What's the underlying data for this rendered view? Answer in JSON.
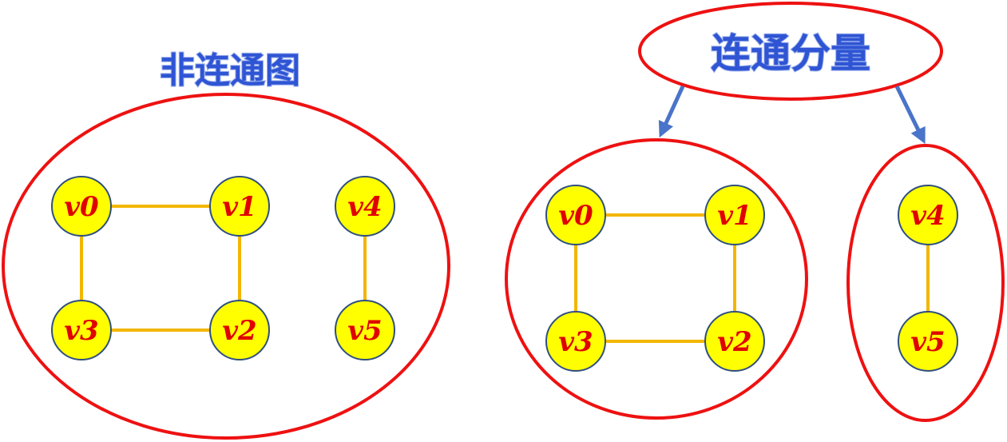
{
  "titles": {
    "left": "非连通图",
    "right": "连通分量"
  },
  "left_graph": {
    "nodes": [
      {
        "id": "v0",
        "label": "v0"
      },
      {
        "id": "v1",
        "label": "v1"
      },
      {
        "id": "v2",
        "label": "v2"
      },
      {
        "id": "v3",
        "label": "v3"
      },
      {
        "id": "v4",
        "label": "v4"
      },
      {
        "id": "v5",
        "label": "v5"
      }
    ],
    "edges": [
      [
        "v0",
        "v1"
      ],
      [
        "v1",
        "v2"
      ],
      [
        "v2",
        "v3"
      ],
      [
        "v3",
        "v0"
      ],
      [
        "v4",
        "v5"
      ]
    ]
  },
  "right_components": [
    {
      "nodes": [
        {
          "id": "v0",
          "label": "v0"
        },
        {
          "id": "v1",
          "label": "v1"
        },
        {
          "id": "v2",
          "label": "v2"
        },
        {
          "id": "v3",
          "label": "v3"
        }
      ],
      "edges": [
        [
          "v0",
          "v1"
        ],
        [
          "v1",
          "v2"
        ],
        [
          "v2",
          "v3"
        ],
        [
          "v3",
          "v0"
        ]
      ]
    },
    {
      "nodes": [
        {
          "id": "v4",
          "label": "v4"
        },
        {
          "id": "v5",
          "label": "v5"
        }
      ],
      "edges": [
        [
          "v4",
          "v5"
        ]
      ]
    }
  ],
  "colors": {
    "node_fill": "#ffff00",
    "node_label": "#e00000",
    "edge": "#f3b600",
    "boundary": "#ee1111",
    "title": "#2f55d4",
    "arrow": "#4a74c9"
  }
}
